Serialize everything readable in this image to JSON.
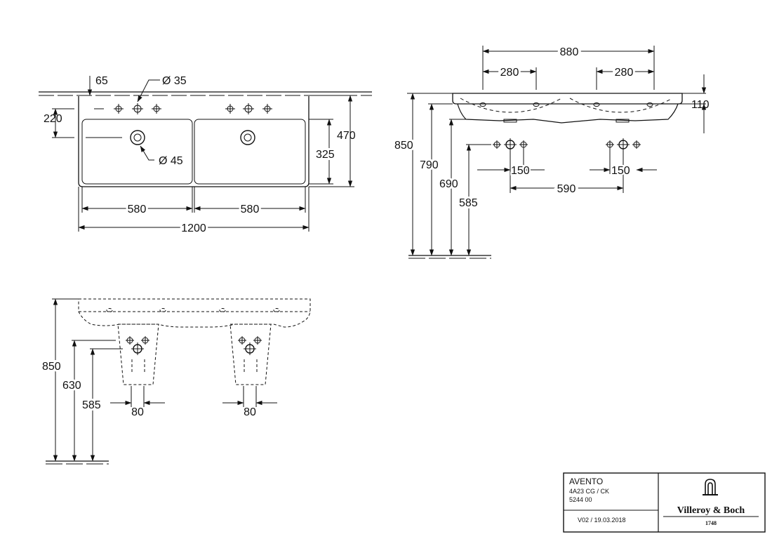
{
  "drawing": {
    "top_view": {
      "width": "1200",
      "basin_left_width": "580",
      "basin_right_width": "580",
      "depth": "470",
      "basin_depth": "325",
      "tap_hole_offset": "220",
      "back_offset": "65",
      "tap_hole_diameter": "Ø 35",
      "drain_diameter": "Ø 45"
    },
    "side_view": {
      "width": "880",
      "left_offset": "280",
      "right_offset": "280",
      "rim_height": "110",
      "height_total": "850",
      "height_2": "790",
      "height_3": "690",
      "height_4": "585",
      "valve_spacing_left": "150",
      "valve_spacing_right": "150",
      "siphon_spacing": "590"
    },
    "front_view": {
      "height_total": "850",
      "height_2": "630",
      "height_3": "585",
      "pedestal_left_width": "80",
      "pedestal_right_width": "80"
    }
  },
  "title_block": {
    "product_name": "AVENTO",
    "product_code": "4A23 CG / CK",
    "article_number": "5244 00",
    "version": "V02 / 19.03.2018",
    "brand": "Villeroy & Boch",
    "brand_year": "1748"
  }
}
